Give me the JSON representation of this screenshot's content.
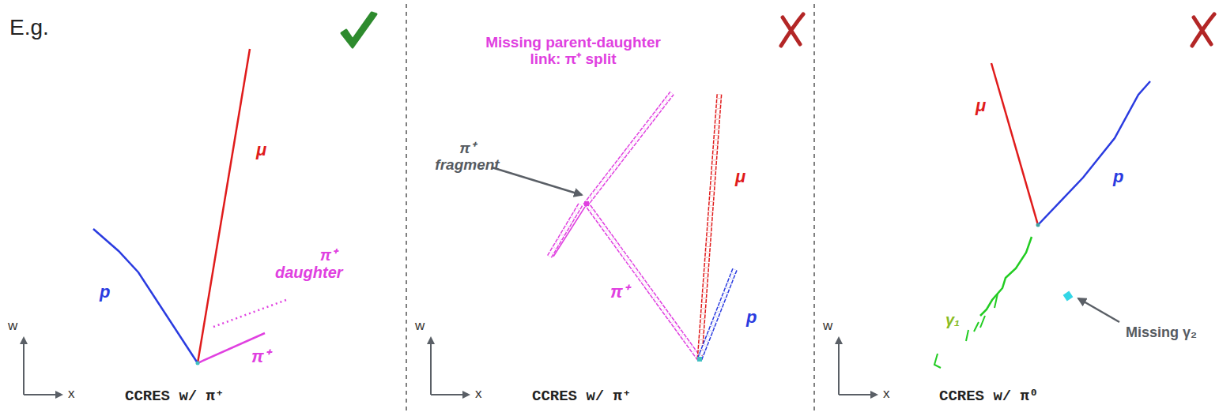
{
  "diagram": {
    "labels": [
      "E.g.",
      "μ",
      "p",
      "π⁺ daughter",
      "π⁺",
      "w",
      "x",
      "CCRES w/ π⁺",
      "Missing parent-daughter link: π⁺ split",
      "π⁺ fragment",
      "π⁺",
      "μ",
      "p",
      "w",
      "x",
      "CCRES w/ π⁺",
      "μ",
      "p",
      "γ₁",
      "Missing γ₂",
      "w",
      "x",
      "CCRES w/ π⁰"
    ]
  }
}
